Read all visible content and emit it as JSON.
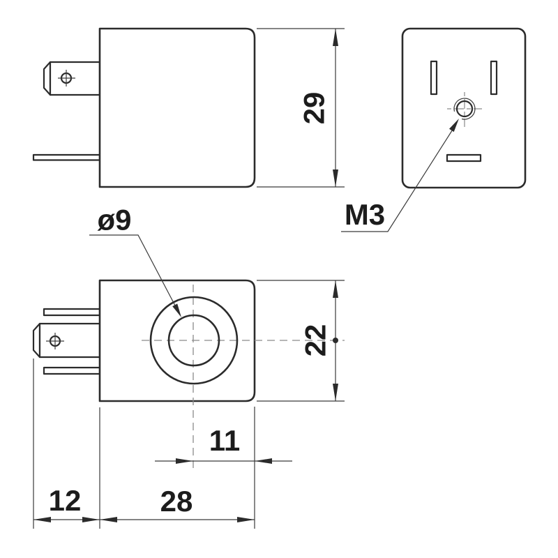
{
  "drawing": {
    "colors": {
      "background": "#ffffff",
      "line": "#2b2b2b",
      "thin": "#3a3a3a",
      "centerline": "#8a8a8a",
      "text": "#1c1c1c"
    },
    "labels": {
      "body_height": "29",
      "thread_size": "M3",
      "hole_diameter": "ø9",
      "body_width": "22",
      "hole_offset": "11",
      "connector_depth": "12",
      "body_depth": "28"
    }
  }
}
